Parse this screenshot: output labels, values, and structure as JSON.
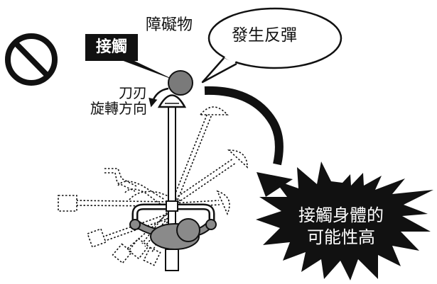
{
  "labels": {
    "contact": "接觸",
    "obstacle": "障礙物",
    "rebound": "發生反彈",
    "blade_line1": "刀刃",
    "blade_line2": "旋轉方向",
    "risk_line1": "接觸身體的",
    "risk_line2": "可能性高"
  },
  "icons": {
    "prohibited": "prohibited-icon",
    "rotation_arrow": "curved-arrow-icon",
    "rebound_arrow": "large-curved-arrow-icon"
  },
  "colors": {
    "ink": "#111111",
    "obstacle": "#7a7a7a",
    "person": "#8a8a8a",
    "background": "#ffffff"
  }
}
